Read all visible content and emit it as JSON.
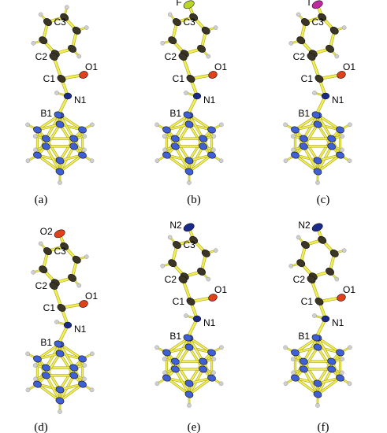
{
  "figure": {
    "panels": [
      {
        "id": "a",
        "caption": "(a)",
        "substituent": {
          "atom": "",
          "color": ""
        },
        "labels": {
          "c3": "C3",
          "c2": "C2",
          "c1": "C1",
          "o1": "O1",
          "n1": "N1",
          "b1": "B1"
        }
      },
      {
        "id": "b",
        "caption": "(b)",
        "substituent": {
          "atom": "F",
          "color": "#b8d62a"
        },
        "labels": {
          "c3": "C3",
          "c2": "C2",
          "c1": "C1",
          "o1": "O1",
          "n1": "N1",
          "b1": "B1"
        }
      },
      {
        "id": "c",
        "caption": "(c)",
        "substituent": {
          "atom": "I",
          "color": "#c02aa0"
        },
        "labels": {
          "c3": "C3",
          "c2": "C2",
          "c1": "C1",
          "o1": "O1",
          "n1": "N1",
          "b1": "B1"
        }
      },
      {
        "id": "d",
        "caption": "(d)",
        "substituent": {
          "atom": "O2",
          "color": "#e0401a"
        },
        "labels": {
          "c3": "C3",
          "c2": "C2",
          "c1": "C1",
          "o1": "O1",
          "n1": "N1",
          "b1": "B1"
        }
      },
      {
        "id": "e",
        "caption": "(e)",
        "substituent": {
          "atom": "N2",
          "color": "#1a2a8a"
        },
        "labels": {
          "c3": "C3",
          "c2": "C2",
          "c1": "C1",
          "o1": "O1",
          "n1": "N1",
          "b1": "B1"
        }
      },
      {
        "id": "f",
        "caption": "(f)",
        "substituent": {
          "atom": "N2",
          "color": "#1a2a8a"
        },
        "labels": {
          "c3": "",
          "c2": "C2",
          "c1": "C1",
          "o1": "O1",
          "n1": "N1",
          "b1": "B1"
        }
      }
    ],
    "colors": {
      "bond": "#f2ef55",
      "bond_edge": "#a9a520",
      "carbon": "#3b3526",
      "boron": "#3f5fd6",
      "hydrogen": "#cfcfcf",
      "oxygen": "#e0401a",
      "nitrogen": "#1a2a8a"
    }
  }
}
